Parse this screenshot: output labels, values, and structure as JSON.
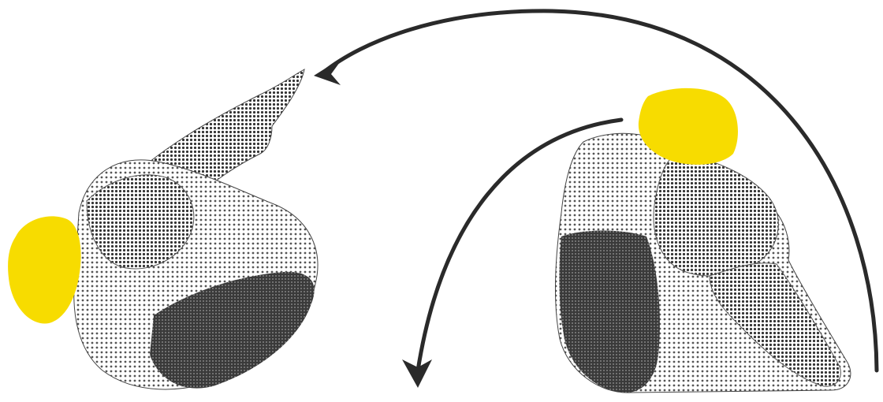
{
  "illustration": {
    "figures": [
      {
        "role": "tucked-figure-rolled-back",
        "cap_icon": "swim-cap-icon"
      },
      {
        "role": "tucked-figure-seated",
        "cap_icon": "swim-cap-icon"
      }
    ],
    "arrows": [
      {
        "role": "outer-arc-arrow",
        "direction": "right-to-left"
      },
      {
        "role": "inner-arc-arrow",
        "direction": "downward"
      }
    ],
    "colors": {
      "cap": "#f7dc00",
      "ink": "#2a2a2a",
      "skin": "#d9d9d9",
      "suit": "#2e2e2e",
      "background": "#ffffff"
    }
  }
}
